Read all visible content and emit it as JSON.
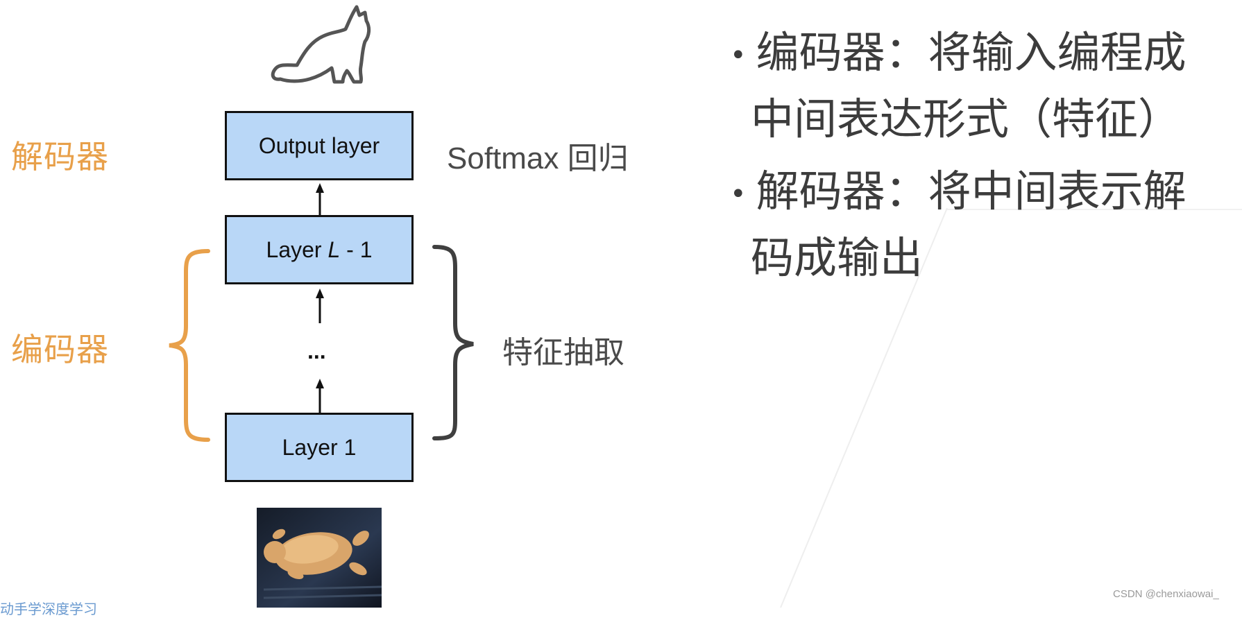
{
  "diagram": {
    "decoder_label": "解码器",
    "encoder_label": "编码器",
    "layers": {
      "output": "Output layer",
      "l_minus_1_prefix": "Layer ",
      "l_minus_1_var": "L",
      "l_minus_1_suffix": " - 1",
      "first": "Layer 1"
    },
    "ellipsis": "...",
    "softmax_label": "Softmax 回归",
    "feature_label": "特征抽取",
    "top_icon": "cat-icon",
    "bottom_image": "cat-photo",
    "colors": {
      "box_fill": "#b9d7f7",
      "accent_orange": "#e8a04a",
      "text_gray": "#4a4a4a"
    }
  },
  "bullets": [
    {
      "line1": "编码器：将输入编程成",
      "line2": "中间表达形式（特征）"
    },
    {
      "line1": "解码器：将中间表示解",
      "line2": "码成输出"
    }
  ],
  "footer": {
    "watermark": "CSDN @chenxiaowai_",
    "bottom_left_text": "动手学深度学习"
  }
}
